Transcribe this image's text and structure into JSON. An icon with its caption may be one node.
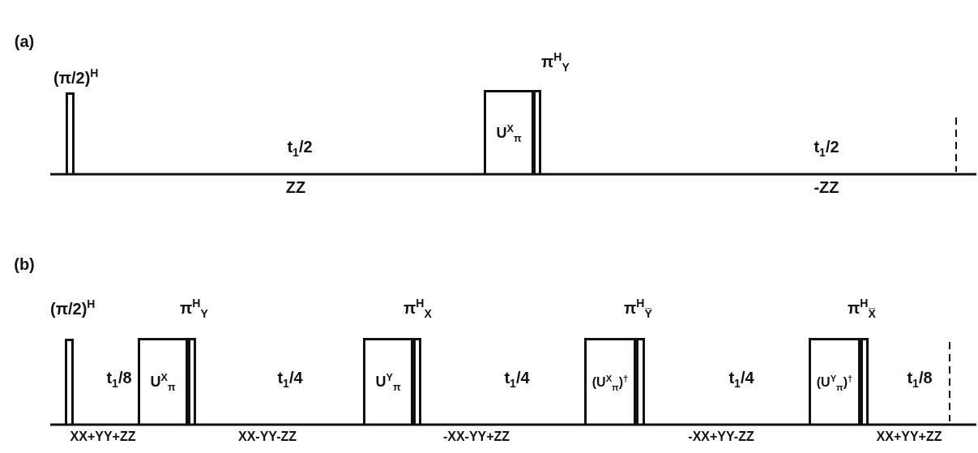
{
  "diagram": {
    "nodes": [
      {
        "text": [],
        "shape": "bar",
        "beside": [
          "(π/2)$^{H}$"
        ]
      },
      {
        "text": [
          "U$^{X}$$_{π}$"
        ]
      },
      {
        "text": [],
        "shape": "bar",
        "beside": [
          "π$^{H}$$_{Y}$"
        ]
      },
      {
        "text": [],
        "shape": "bar",
        "beside": [
          "(π/2)$^{H}$"
        ]
      },
      {
        "text": [
          "U$^{X}$$_{π}$"
        ]
      },
      {
        "text": [],
        "shape": "bar",
        "beside": [
          "π$^{H}$$_{Y}$"
        ]
      },
      {
        "text": [
          "U$^{Y}$$_{π}$"
        ]
      },
      {
        "text": [],
        "shape": "bar",
        "beside": [
          "π$^{H}$$_{X}$"
        ]
      },
      {
        "text": [
          "(U$^{X}$$_{π}$)$^{†}$"
        ]
      },
      {
        "text": [],
        "shape": "bar",
        "beside": [
          "π$^{H}$$_{Y̅}$"
        ]
      },
      {
        "text": [
          "(U$^{Y}$$_{π}$)$^{†}$"
        ]
      },
      {
        "text": [],
        "shape": "bar",
        "beside": [
          "π$^{H}$$_{X̅}$"
        ]
      }
    ],
    "edges": [],
    "labels": [
      "(a)",
      "t$_{1}$/2",
      "ZZ",
      "t$_{1}$/2",
      "-ZZ",
      "(b)",
      "t$_{1}$/8",
      "t$_{1}$/4",
      "t$_{1}$/4",
      "t$_{1}$/4",
      "t$_{1}$/8",
      "XX+YY+ZZ",
      "XX-YY-ZZ",
      "-XX-YY+ZZ",
      "-XX+YY-ZZ",
      "XX+YY+ZZ"
    ]
  }
}
